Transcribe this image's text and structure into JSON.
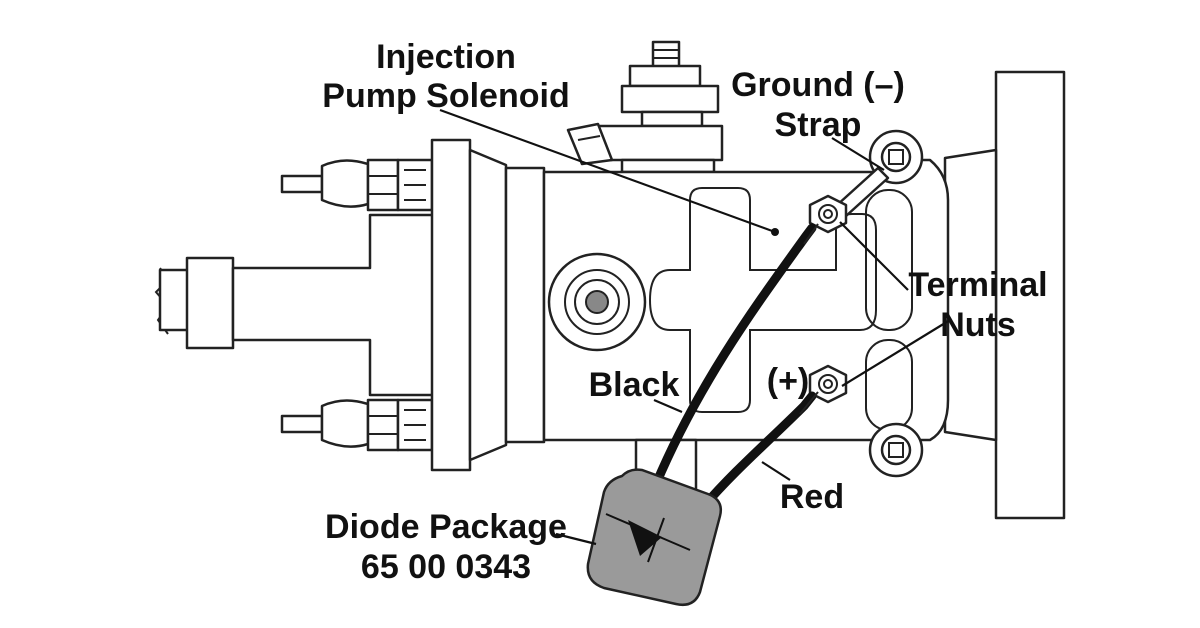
{
  "labels": {
    "solenoid_line1": "Injection",
    "solenoid_line2": "Pump Solenoid",
    "ground_line1": "Ground (–)",
    "ground_line2": "Strap",
    "terminal_line1": "Terminal",
    "terminal_line2": "Nuts",
    "positive": "(+)",
    "black": "Black",
    "red": "Red",
    "diode_line1": "Diode Package",
    "diode_line2": "65 00 0343"
  },
  "colors": {
    "line": "#222222",
    "wire": "#111111",
    "diode_fill": "#9a9a9a",
    "background": "#ffffff"
  },
  "icons": {
    "diode_symbol": "diode-icon",
    "hex_bolt": "hex-bolt-icon"
  }
}
